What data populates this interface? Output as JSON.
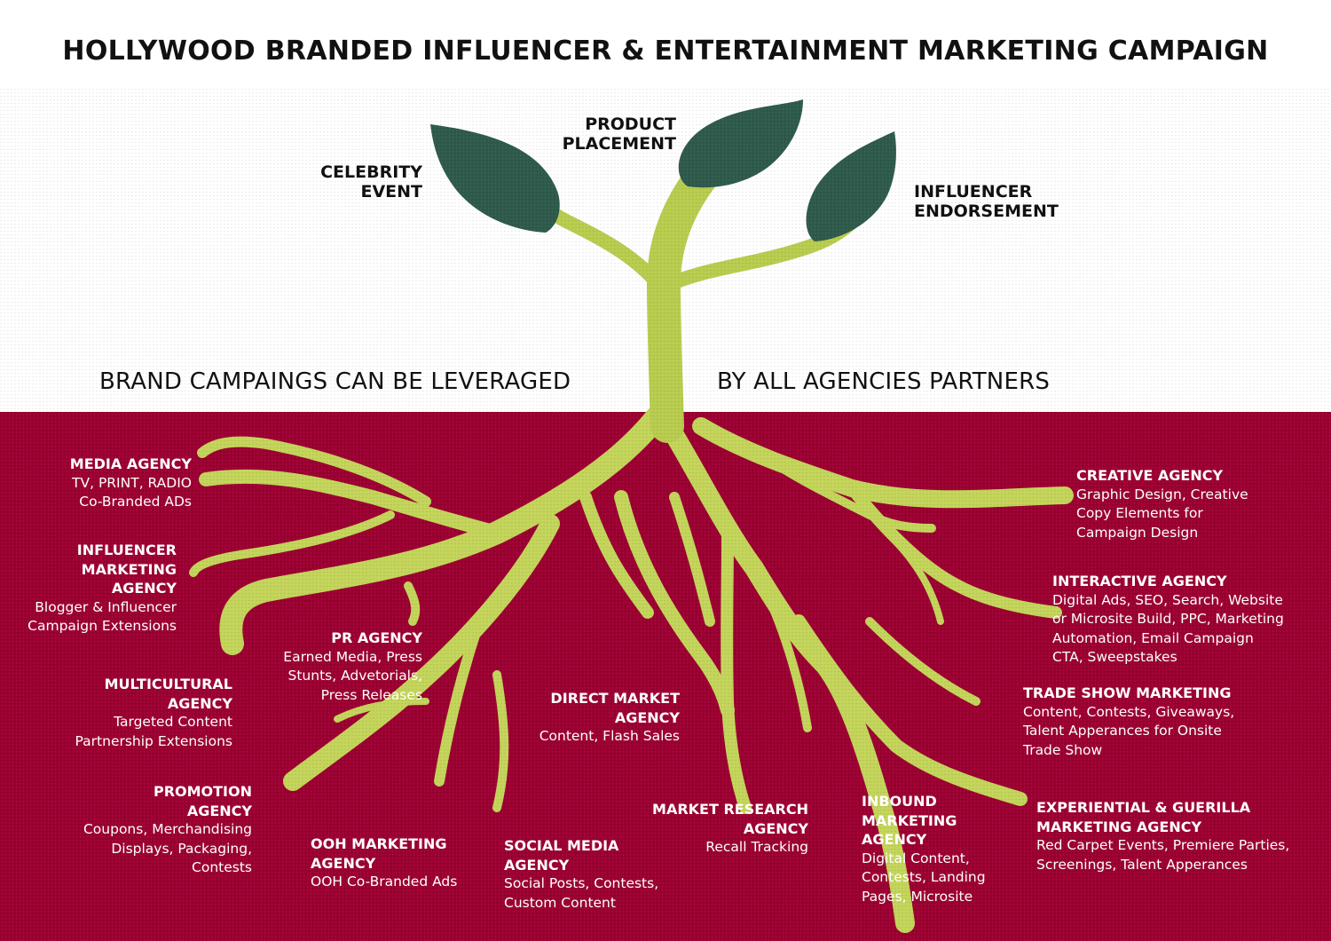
{
  "title": "HOLLYWOOD BRANDED INFLUENCER & ENTERTAINMENT MARKETING CAMPAIGN",
  "tagline_left": "BRAND CAMPAINGS CAN BE LEVERAGED",
  "tagline_right": "BY ALL AGENCIES PARTNERS",
  "colors": {
    "soil": "#9b0031",
    "leaf": "#2e5a4c",
    "stem": "#b8cc4e",
    "root": "#c3d45a"
  },
  "leaves": {
    "celebrity_event": [
      "CELEBRITY",
      "EVENT"
    ],
    "product_placement": [
      "PRODUCT",
      "PLACEMENT"
    ],
    "influencer_endorsement": [
      "INFLUENCER",
      "ENDORSEMENT"
    ]
  },
  "agencies": {
    "media": {
      "name": "MEDIA AGENCY",
      "lines": [
        "TV, PRINT, RADIO",
        "Co-Branded ADs"
      ]
    },
    "influencer_marketing": {
      "name": [
        "INFLUENCER",
        "MARKETING",
        "AGENCY"
      ],
      "lines": [
        "Blogger & Influencer",
        "Campaign Extensions"
      ]
    },
    "multicultural": {
      "name": [
        "MULTICULTURAL",
        "AGENCY"
      ],
      "lines": [
        "Targeted Content",
        "Partnership Extensions"
      ]
    },
    "promotion": {
      "name": [
        "PROMOTION",
        "AGENCY"
      ],
      "lines": [
        "Coupons, Merchandising",
        "Displays, Packaging,",
        "Contests"
      ]
    },
    "pr": {
      "name": "PR AGENCY",
      "lines": [
        "Earned Media, Press",
        "Stunts, Advetorials,",
        "Press Releases"
      ]
    },
    "ooh": {
      "name": [
        "OOH MARKETING",
        "AGENCY"
      ],
      "lines": [
        "OOH Co-Branded Ads"
      ]
    },
    "social_media": {
      "name": [
        "SOCIAL MEDIA",
        "AGENCY"
      ],
      "lines": [
        "Social Posts, Contests,",
        "Custom Content"
      ]
    },
    "direct_market": {
      "name": [
        "DIRECT MARKET",
        "AGENCY"
      ],
      "lines": [
        "Content, Flash Sales"
      ]
    },
    "market_research": {
      "name": [
        "MARKET RESEARCH",
        "AGENCY"
      ],
      "lines": [
        "Recall Tracking"
      ]
    },
    "inbound": {
      "name": [
        "INBOUND",
        "MARKETING",
        "AGENCY"
      ],
      "lines": [
        "Digital Content,",
        "Contests, Landing",
        "Pages, Microsite"
      ]
    },
    "creative": {
      "name": "CREATIVE AGENCY",
      "lines": [
        "Graphic Design, Creative",
        "Copy Elements for",
        "Campaign Design"
      ]
    },
    "interactive": {
      "name": "INTERACTIVE AGENCY",
      "lines": [
        "Digital Ads, SEO, Search, Website",
        "or Microsite Build, PPC, Marketing",
        "Automation, Email Campaign",
        "CTA, Sweepstakes"
      ]
    },
    "trade_show": {
      "name": "TRADE SHOW MARKETING",
      "lines": [
        "Content, Contests, Giveaways,",
        "Talent Apperances for Onsite",
        "Trade Show"
      ]
    },
    "experiential": {
      "name": [
        "EXPERIENTIAL & GUERILLA",
        "MARKETING AGENCY"
      ],
      "lines": [
        "Red Carpet Events, Premiere Parties,",
        "Screenings, Talent Apperances"
      ]
    }
  }
}
